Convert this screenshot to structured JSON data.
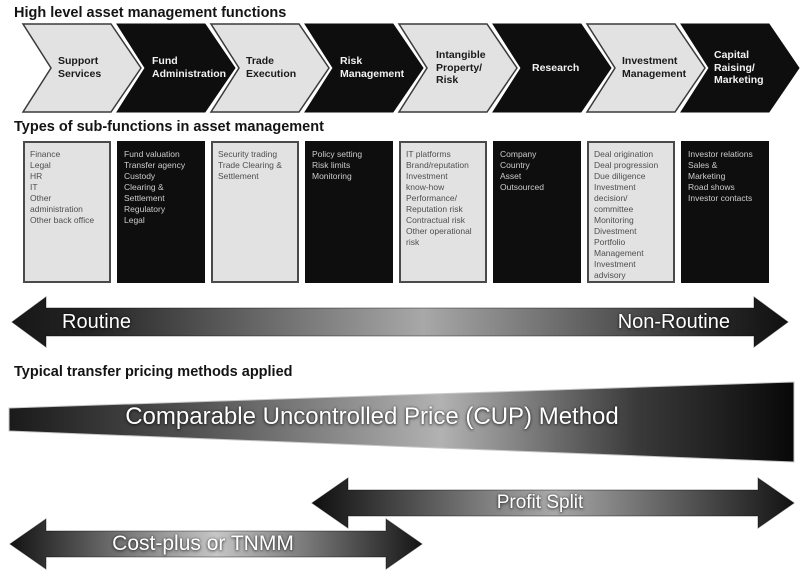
{
  "titles": {
    "functions": "High level asset management functions",
    "subfunctions": "Types of sub-functions in asset management",
    "methods": "Typical transfer pricing methods applied"
  },
  "chevrons": [
    {
      "label": [
        "Support",
        "Services"
      ],
      "variant": "light"
    },
    {
      "label": [
        "Fund",
        "Administration"
      ],
      "variant": "dark"
    },
    {
      "label": [
        "Trade",
        "Execution"
      ],
      "variant": "light"
    },
    {
      "label": [
        "Risk",
        "Management"
      ],
      "variant": "dark"
    },
    {
      "label": [
        "Intangible",
        "Property/",
        "Risk"
      ],
      "variant": "light"
    },
    {
      "label": [
        "Research"
      ],
      "variant": "dark"
    },
    {
      "label": [
        "Investment",
        "Management"
      ],
      "variant": "light"
    },
    {
      "label": [
        "Capital",
        "Raising/",
        "Marketing"
      ],
      "variant": "dark"
    }
  ],
  "boxes": [
    {
      "variant": "light",
      "items": [
        "Finance",
        "Legal",
        "HR",
        "IT",
        "Other",
        "administration",
        "Other back office"
      ]
    },
    {
      "variant": "dark",
      "items": [
        "Fund valuation",
        "Transfer agency",
        "Custody",
        "Clearing &",
        "Settlement",
        "Regulatory",
        "Legal"
      ]
    },
    {
      "variant": "light",
      "items": [
        "Security trading",
        "Trade Clearing &",
        "Settlement"
      ]
    },
    {
      "variant": "dark",
      "items": [
        "Policy setting",
        "Risk limits",
        "Monitoring"
      ]
    },
    {
      "variant": "light",
      "items": [
        "IT platforms",
        "Brand/reputation",
        "Investment",
        "know-how",
        "Performance/",
        "Reputation risk",
        "Contractual risk",
        "Other operational",
        "risk"
      ]
    },
    {
      "variant": "dark",
      "items": [
        "Company",
        "Country",
        "Asset",
        "Outsourced"
      ]
    },
    {
      "variant": "light",
      "items": [
        "Deal origination",
        "Deal progression",
        "Due diligence",
        "Investment",
        "decision/",
        "committee",
        "Monitoring",
        "Divestment",
        "Portfolio",
        "Management",
        "Investment",
        "advisory"
      ]
    },
    {
      "variant": "dark",
      "items": [
        "Investor relations",
        "Sales &",
        "Marketing",
        "Road shows",
        "Investor contacts"
      ]
    }
  ],
  "spectrum": {
    "left_label": "Routine",
    "right_label": "Non-Routine"
  },
  "methods": {
    "cup_label": "Comparable Uncontrolled Price (CUP) Method",
    "profit_split_label": "Profit Split",
    "cost_plus_label": "Cost-plus or TNMM"
  },
  "colors": {
    "dark": "#0e0e0e",
    "panel_light": "#e2e2e2",
    "gradient_mid": "#aaaaaa",
    "text_on_dark": "#cccccc",
    "background": "#ffffff"
  }
}
